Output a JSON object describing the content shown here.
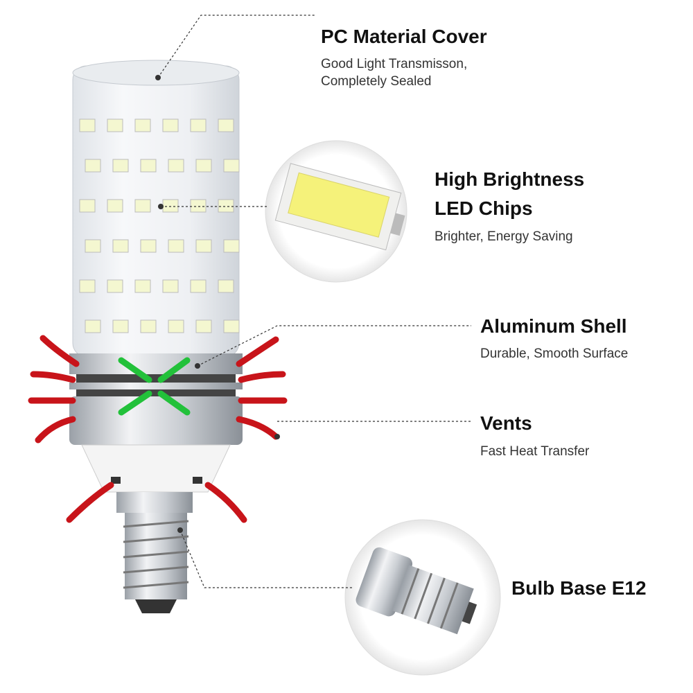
{
  "features": [
    {
      "title": "PC Material Cover",
      "lines": [
        "Good Light Transmisson,",
        "Completely Sealed"
      ]
    },
    {
      "title_lines": [
        "High Brightness",
        "LED Chips"
      ],
      "lines": [
        "Brighter, Energy Saving"
      ]
    },
    {
      "title": "Aluminum Shell",
      "lines": [
        "Durable, Smooth Surface"
      ]
    },
    {
      "title": "Vents",
      "lines": [
        "Fast Heat Transfer"
      ]
    },
    {
      "title": "Bulb Base E12",
      "lines": []
    }
  ],
  "colors": {
    "arrow_red": "#c8141a",
    "arrow_green": "#22c13a",
    "led": "#f4f7d0",
    "text": "#111111"
  }
}
